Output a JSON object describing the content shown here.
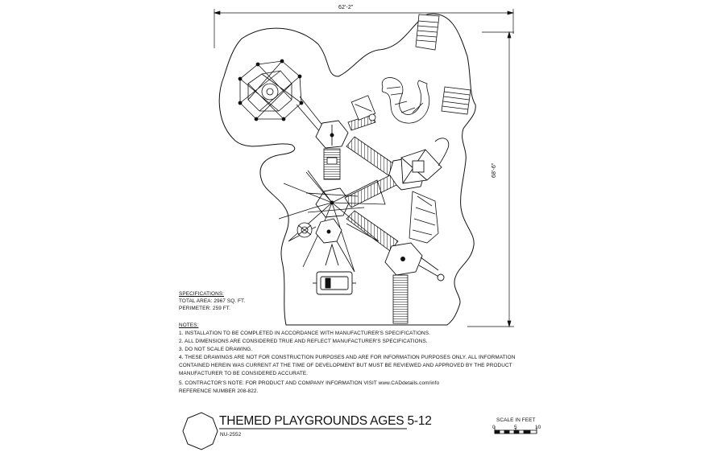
{
  "dimensions": {
    "width_label": "62'-2\"",
    "height_label": "68'-6\""
  },
  "specifications": {
    "heading": "SPECIFICATIONS:",
    "total_area": "TOTAL AREA:  2967 SQ. FT.",
    "perimeter": "PERIMETER:  259 FT."
  },
  "notes": {
    "heading": "NOTES:",
    "items": [
      "1.  INSTALLATION TO BE COMPLETED IN ACCORDANCE WITH MANUFACTURER'S SPECIFICATIONS.",
      "2.  ALL DIMENSIONS ARE CONSIDERED TRUE AND REFLECT MANUFACTURER'S SPECIFICATIONS.",
      "3.  DO NOT SCALE DRAWING.",
      "4.  THESE DRAWINGS ARE NOT FOR CONSTRUCTION PURPOSES AND ARE FOR INFORMATION PURPOSES ONLY. ALL INFORMATION",
      "     CONTAINED HEREIN WAS CURRENT AT THE TIME OF DEVELOPMENT BUT MUST BE REVIEWED AND APPROVED BY THE PRODUCT",
      "     MANUFACTURER TO BE CONSIDERED ACCURATE.",
      "5.  CONTRACTOR'S NOTE: FOR PRODUCT AND COMPANY INFORMATION VISIT www.CADdetails.com/info",
      "     REFERENCE NUMBER 208-822."
    ]
  },
  "title_block": {
    "title": "THEMED PLAYGROUNDS AGES 5-12",
    "code": "NU-2552"
  },
  "scale": {
    "label": "SCALE IN FEET",
    "ticks": [
      "0",
      "5",
      "10"
    ]
  }
}
